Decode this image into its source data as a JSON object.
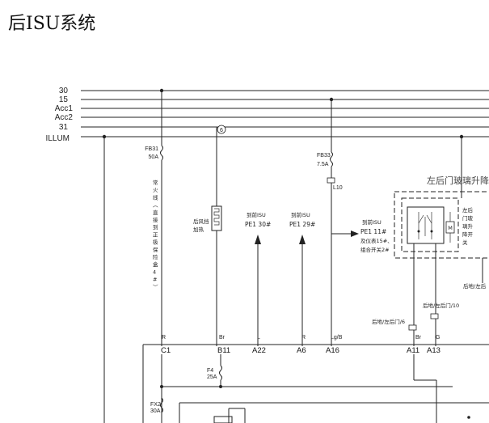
{
  "title": "后ISU系统",
  "bus_labels": [
    "30",
    "15",
    "Acc1",
    "Acc2",
    "31",
    "ILLUM"
  ],
  "node_marker": "6",
  "fuses": {
    "fb31": {
      "name": "FB31",
      "rating": "50A"
    },
    "fb33": {
      "name": "FB33",
      "rating": "7.5A"
    },
    "f4": {
      "name": "F4",
      "rating": "25A"
    },
    "fx2": {
      "name": "FX2",
      "rating": "30A"
    }
  },
  "l10_label": "L10",
  "vertical_note": "常火线（直接到正极保险盒4#）",
  "heater_label": [
    "后风挡",
    "加热"
  ],
  "to_pe1_30": [
    "到前ISU",
    "PE1 30#"
  ],
  "to_pe1_29": [
    "到前ISU",
    "PE1 29#"
  ],
  "to_pe1_11": [
    "到前ISU",
    "PE1 11#",
    "及仪表15#、",
    "组合开关2#"
  ],
  "module_title": "左后门玻璃升降",
  "switch_label": [
    "左后",
    "门玻",
    "璃升",
    "降开",
    "关"
  ],
  "ground_labels": {
    "rear_left_door_6": "后地/左后门/6",
    "rear_left_door_10": "后地/左后门/10",
    "rear_left_door_right": "后地/左后"
  },
  "wire_colors": [
    "R",
    "Br",
    "L",
    "R",
    "Lg/B",
    "Br",
    "G"
  ],
  "pins": [
    "C1",
    "B11",
    "A22",
    "A6",
    "A16",
    "A11",
    "A13"
  ]
}
